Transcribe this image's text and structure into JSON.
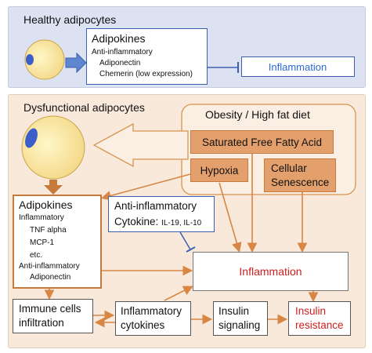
{
  "healthy": {
    "title": "Healthy adipocytes",
    "adipokines": {
      "heading": "Adipokines",
      "sub": "Anti-inflammatory",
      "item1": "Adiponectin",
      "item2": "Chemerin (low expression)"
    },
    "inflammation": "Inflammation"
  },
  "dysfunctional": {
    "title": "Dysfunctional adipocytes",
    "obesity": {
      "title": "Obesity / High fat diet",
      "sffa": "Saturated Free Fatty Acid",
      "hypoxia": "Hypoxia",
      "senescence_line1": "Cellular",
      "senescence_line2": "Senescence"
    },
    "adipokines": {
      "heading": "Adipokines",
      "inflammatory": "Inflammatory",
      "tnf": "TNF alpha",
      "mcp": "MCP-1",
      "etc": "etc.",
      "anti": "Anti-inflammatory",
      "adiponectin": "Adiponectin"
    },
    "cytokine": {
      "line1": "Anti-inflammatory",
      "line2_main": "Cytokine:",
      "line2_small": "IL-19, IL-10"
    },
    "inflammation": "Inflammation",
    "immune_line1": "Immune cells",
    "immune_line2": "infiltration",
    "infl_cyt_line1": "Inflammatory",
    "infl_cyt_line2": "cytokines",
    "insulin_sig_line1": "Insulin",
    "insulin_sig_line2": "signaling",
    "insulin_res_line1": "Insulin",
    "insulin_res_line2": "resistance"
  },
  "colors": {
    "blue_border": "#3d5fb0",
    "orange_border": "#c67a3c",
    "orange_fill": "#e4a06c",
    "red_text": "#cc1f1f",
    "blue_text": "#2d6bd6"
  }
}
